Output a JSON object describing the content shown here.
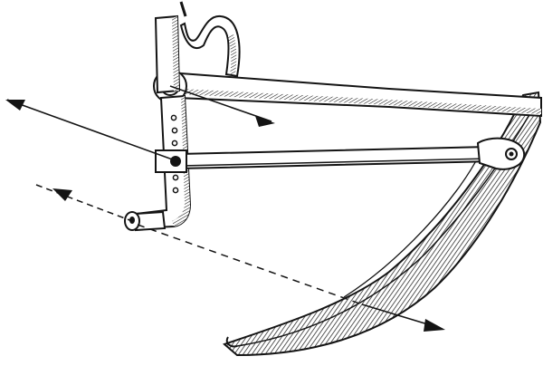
{
  "figure": {
    "kind": "engraving",
    "style": "black-and-white line art",
    "ink_color": "#141414",
    "paper_color": "#ffffff",
    "parts": [
      "vertical-post",
      "upper-arm",
      "lower-rod",
      "curved-blade",
      "bent-foot",
      "force-arrows"
    ]
  }
}
